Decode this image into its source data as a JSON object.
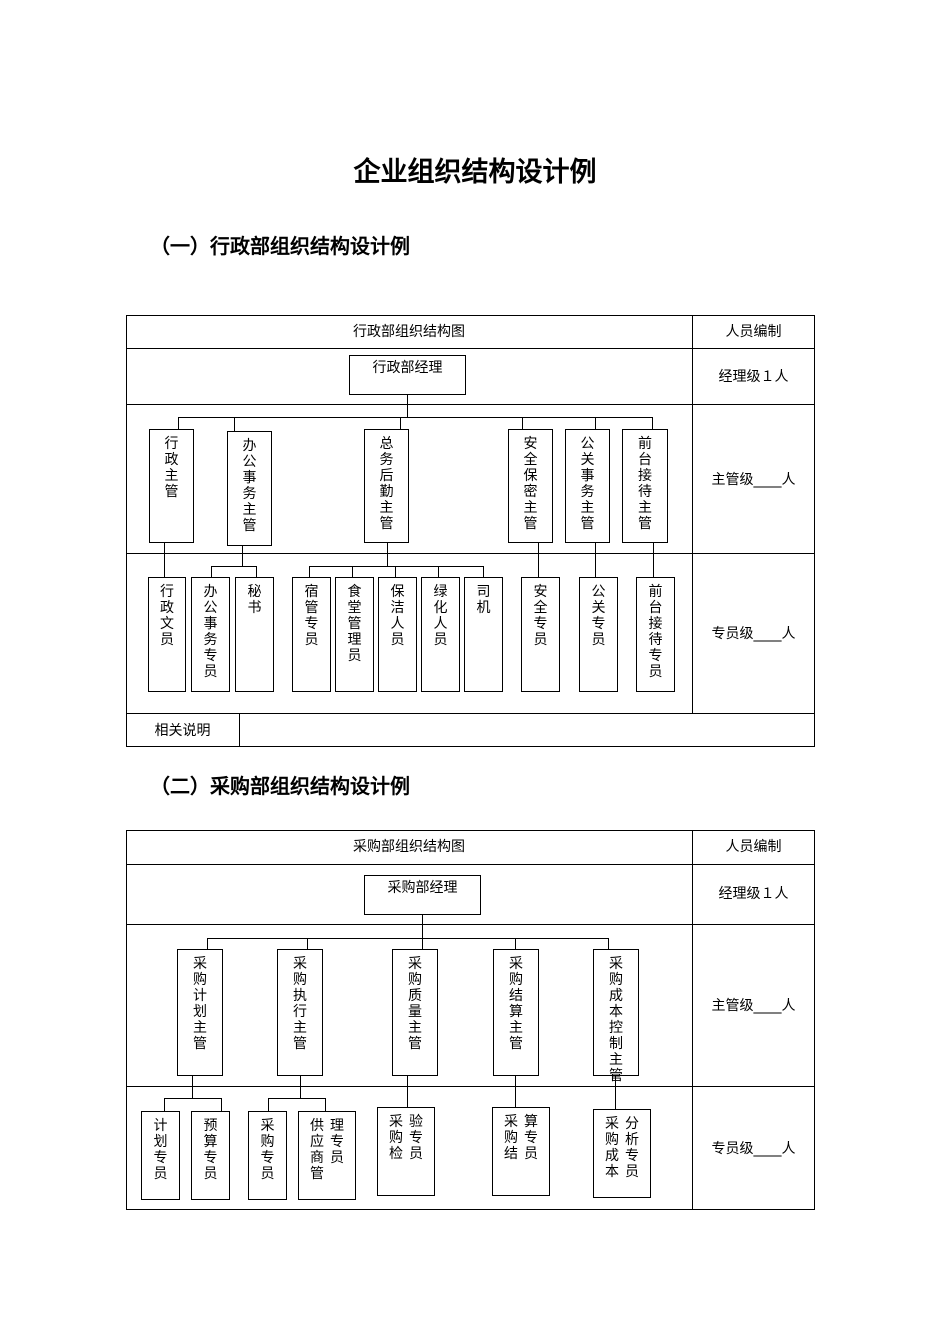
{
  "title": "企业组织结构设计例",
  "section1": {
    "heading": "（一）行政部组织结构设计例",
    "chart_header": "行政部组织结构图",
    "staffing_header": "人员编制",
    "manager": "行政部经理",
    "level_manager": "经理级１人",
    "level_supervisor": "主管级____人",
    "level_specialist": "专员级____人",
    "note_label": "相关说明",
    "supervisors": [
      "行政主管",
      "办公事务主管",
      "总务后勤主管",
      "安全保密主管",
      "公关事务主管",
      "前台接待主管"
    ],
    "specialists": [
      "行政文员",
      "办公事务专员",
      "秘书",
      "宿管专员",
      "食堂管理员",
      "保洁人员",
      "绿化人员",
      "司机",
      "安全专员",
      "公关专员",
      "前台接待专员"
    ]
  },
  "section2": {
    "heading": "（二）采购部组织结构设计例",
    "chart_header": "采购部组织结构图",
    "staffing_header": "人员编制",
    "manager": "采购部经理",
    "level_manager": "经理级１人",
    "level_supervisor": "主管级____人",
    "level_specialist": "专员级____人",
    "supervisors": [
      "采购计划主管",
      "采购执行主管",
      "采购质量主管",
      "采购结算主管",
      "采购成本控制主管"
    ],
    "specialists": [
      "计划专员",
      "预算专员",
      "采购专员",
      "供应商管理专员",
      "采购检验专员",
      "采购结算专员",
      "采购成本分析专员"
    ]
  }
}
